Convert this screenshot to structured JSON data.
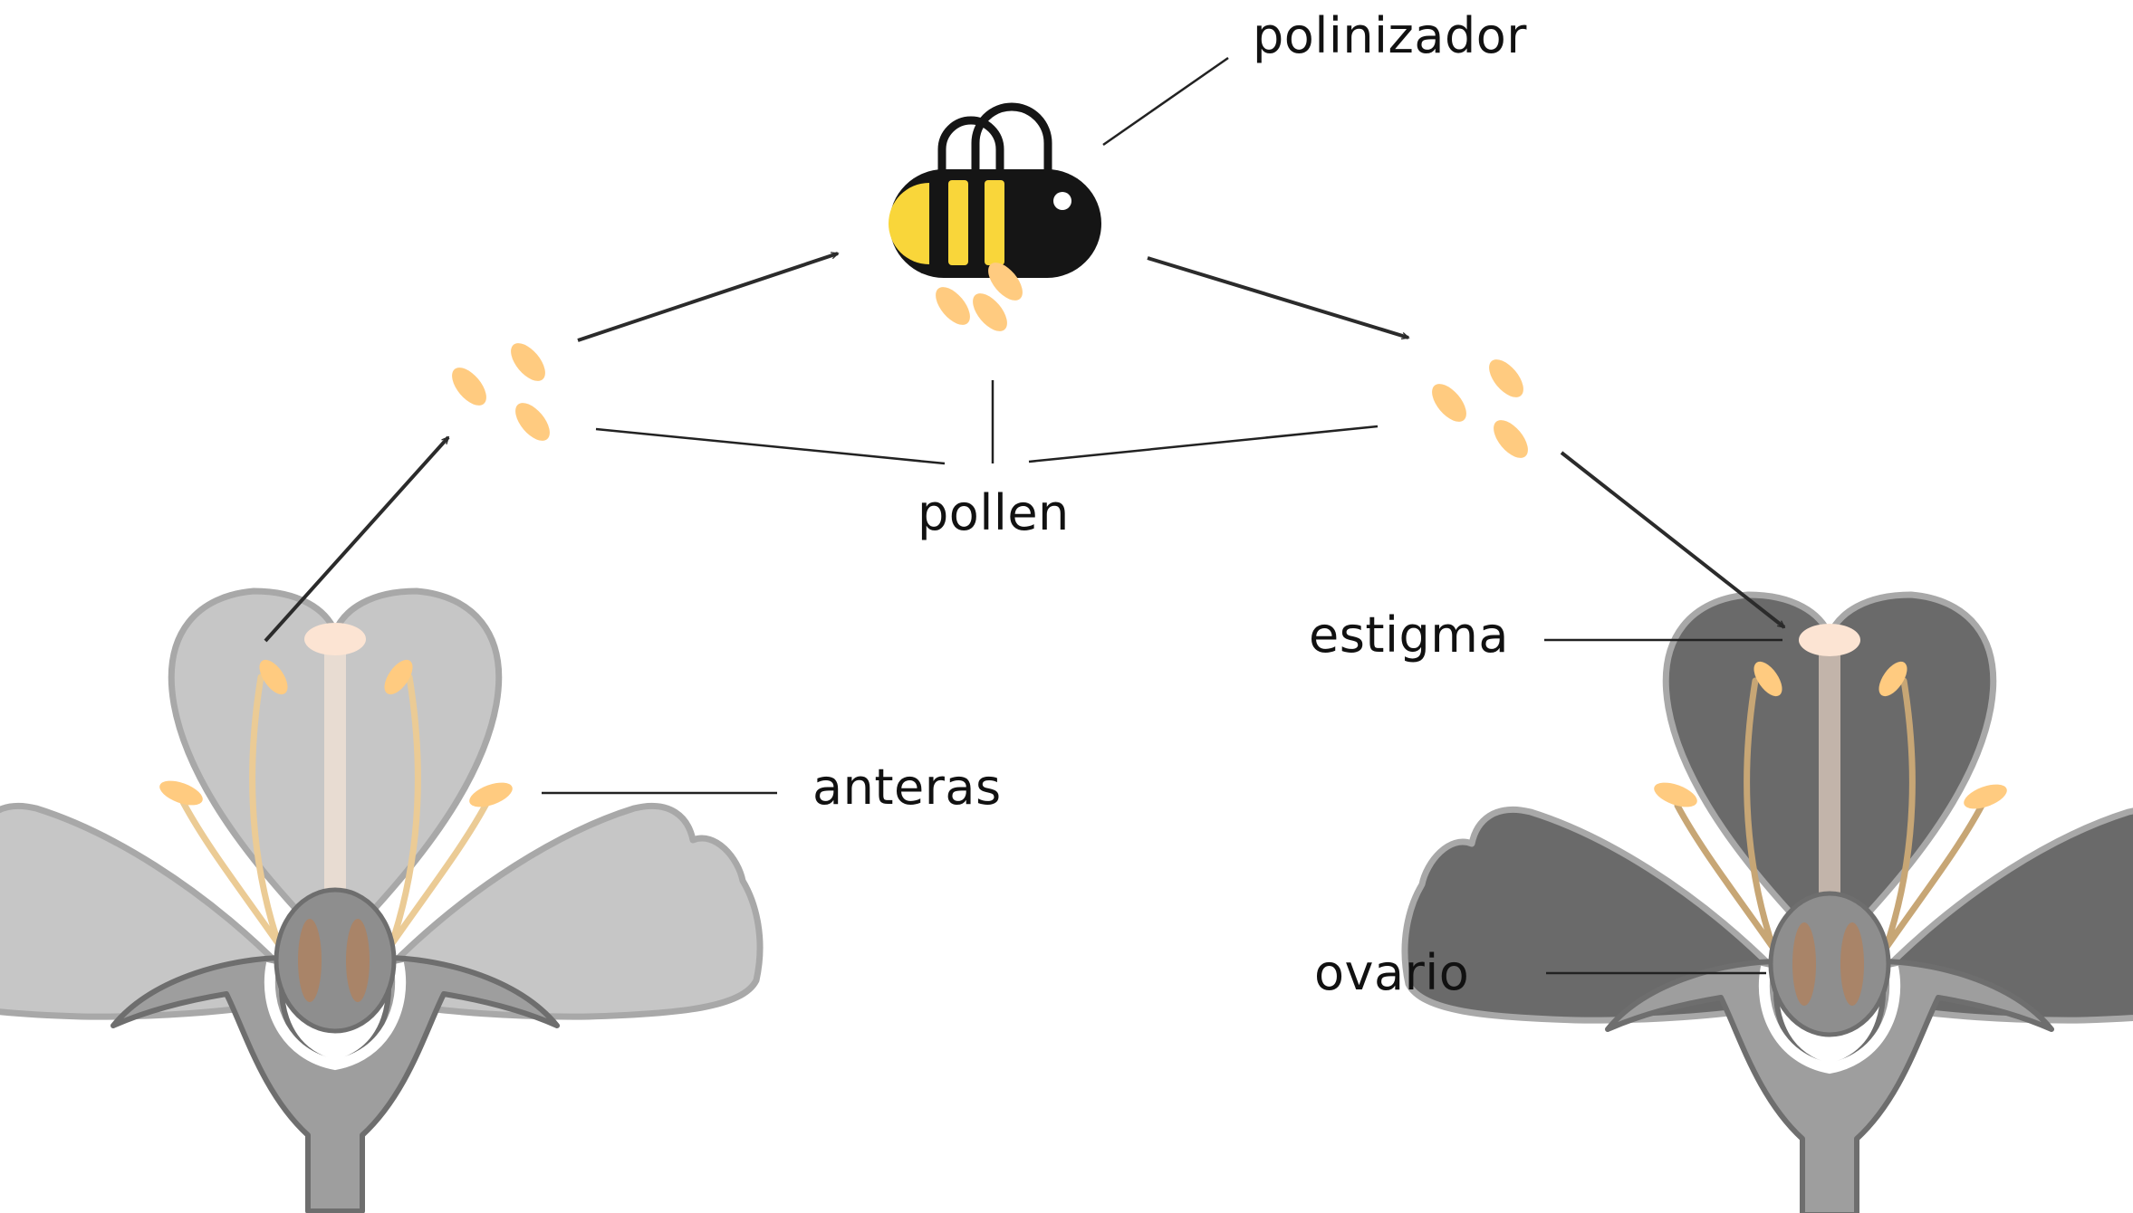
{
  "labels": {
    "pollinator": "polinizador",
    "pollen": "pollen",
    "anthers": "anteras",
    "stigma": "estigma",
    "ovary": "ovario"
  },
  "colors": {
    "pollen": "#FFCB80",
    "bee_yellow": "#F9D63A",
    "bee_black": "#151515",
    "flower_left_petal": "#C6C6C6",
    "flower_right_petal": "#6A6A6A",
    "receptacle": "#9E9E9E",
    "ovule": "#A98468",
    "stigma_tip": "#FCE4D3",
    "line": "#222222"
  },
  "icons": {
    "pollinator": "bee-icon",
    "pollen": "pollen-grain-icon",
    "flower": "flower-cross-section-icon"
  }
}
